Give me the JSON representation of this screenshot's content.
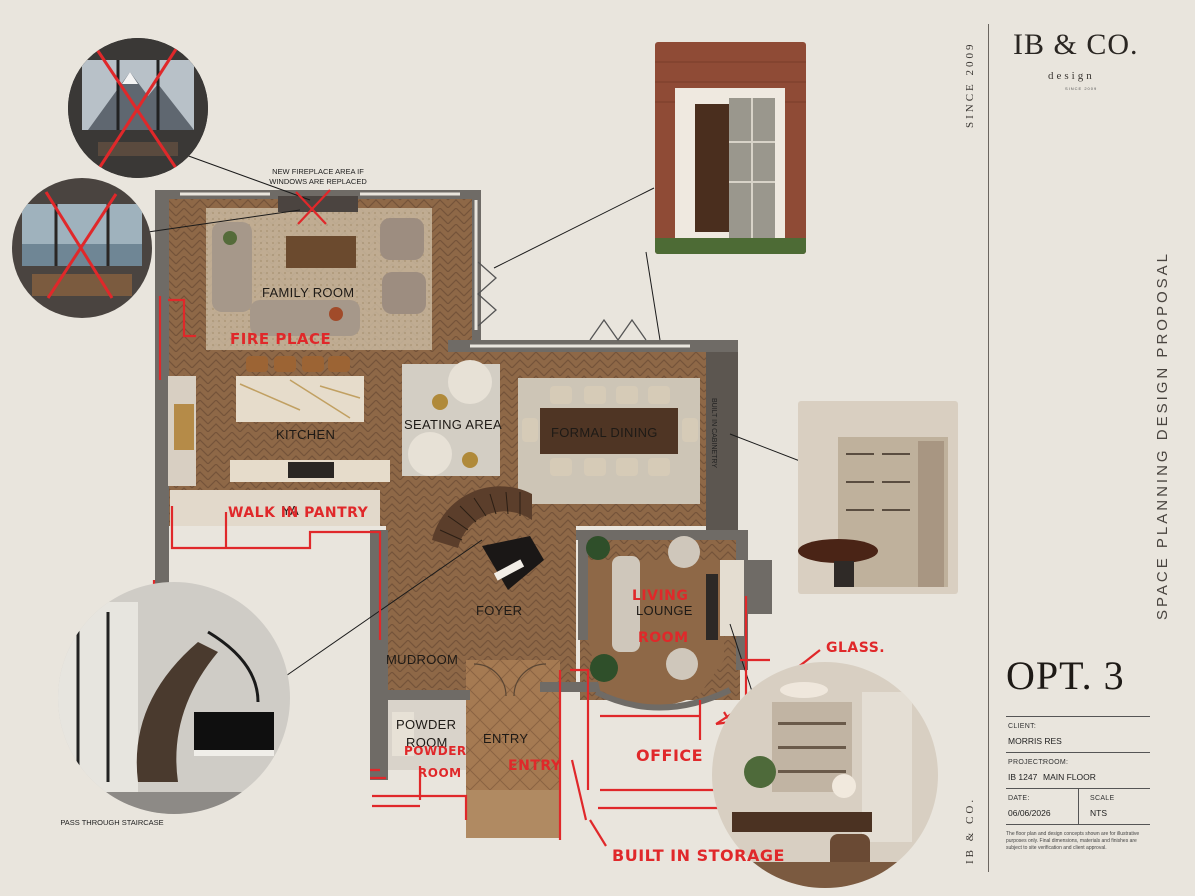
{
  "brand": {
    "logo_main": "IB & CO.",
    "logo_sub": "design",
    "logo_tiny": "SINCE 2009",
    "since": "SINCE 2009",
    "footer_mark": "IB & CO."
  },
  "proposal_title": "SPACE PLANNING DESIGN PROPOSAL",
  "option_label": "OPT. 3",
  "title_block": {
    "client_label": "CLIENT:",
    "client_value": "MORRIS RES",
    "project_label": "PROJECT:",
    "room_label": "ROOM:",
    "project_value": "IB 1247",
    "room_value": "MAIN FLOOR",
    "date_label": "DATE:",
    "date_value": "06/06/2026",
    "scale_label": "SCALE",
    "scale_value": "NTS",
    "fine_print": "The floor plan and design concepts shown are for illustrative purposes only. Final dimensions, materials and finishes are subject to site verification and client approval."
  },
  "rooms": {
    "family_room": "FAMILY ROOM",
    "kitchen": "KITCHEN",
    "seating_area": "SEATING AREA",
    "formal_dining": "FORMAL DINING",
    "foyer": "FOYER",
    "mudroom": "MUDROOM",
    "lounge": "LOUNGE",
    "powder_room_1": "POWDER",
    "powder_room_2": "ROOM",
    "entry": "ENTRY",
    "pantry_partial": "YA"
  },
  "captions": {
    "fireplace_note_1": "NEW FIREPLACE AREA IF",
    "fireplace_note_2": "WINDOWS ARE REPLACED",
    "staircase": "PASS THROUGH STAIRCASE",
    "builtin_cabinet": "BUILT IN CABINETRY"
  },
  "markups": {
    "fire_place": "FIRE PLACE",
    "walk_in_pantry": "WALK IN PANTRY",
    "living_room_1": "LIVING",
    "living_room_2": "ROOM",
    "glass": "GLASS.",
    "office": "OFFICE",
    "powder_room_1": "POWDER",
    "powder_room_2": "ROOM",
    "entry": "ENTRY",
    "built_in_storage": "BUILT IN STORAGE"
  },
  "colors": {
    "background": "#e9e5dd",
    "markup_red": "#e0282a",
    "wall": "#6f6b66",
    "wood_floor": "#8a6444",
    "text_dark": "#1e1a16"
  }
}
